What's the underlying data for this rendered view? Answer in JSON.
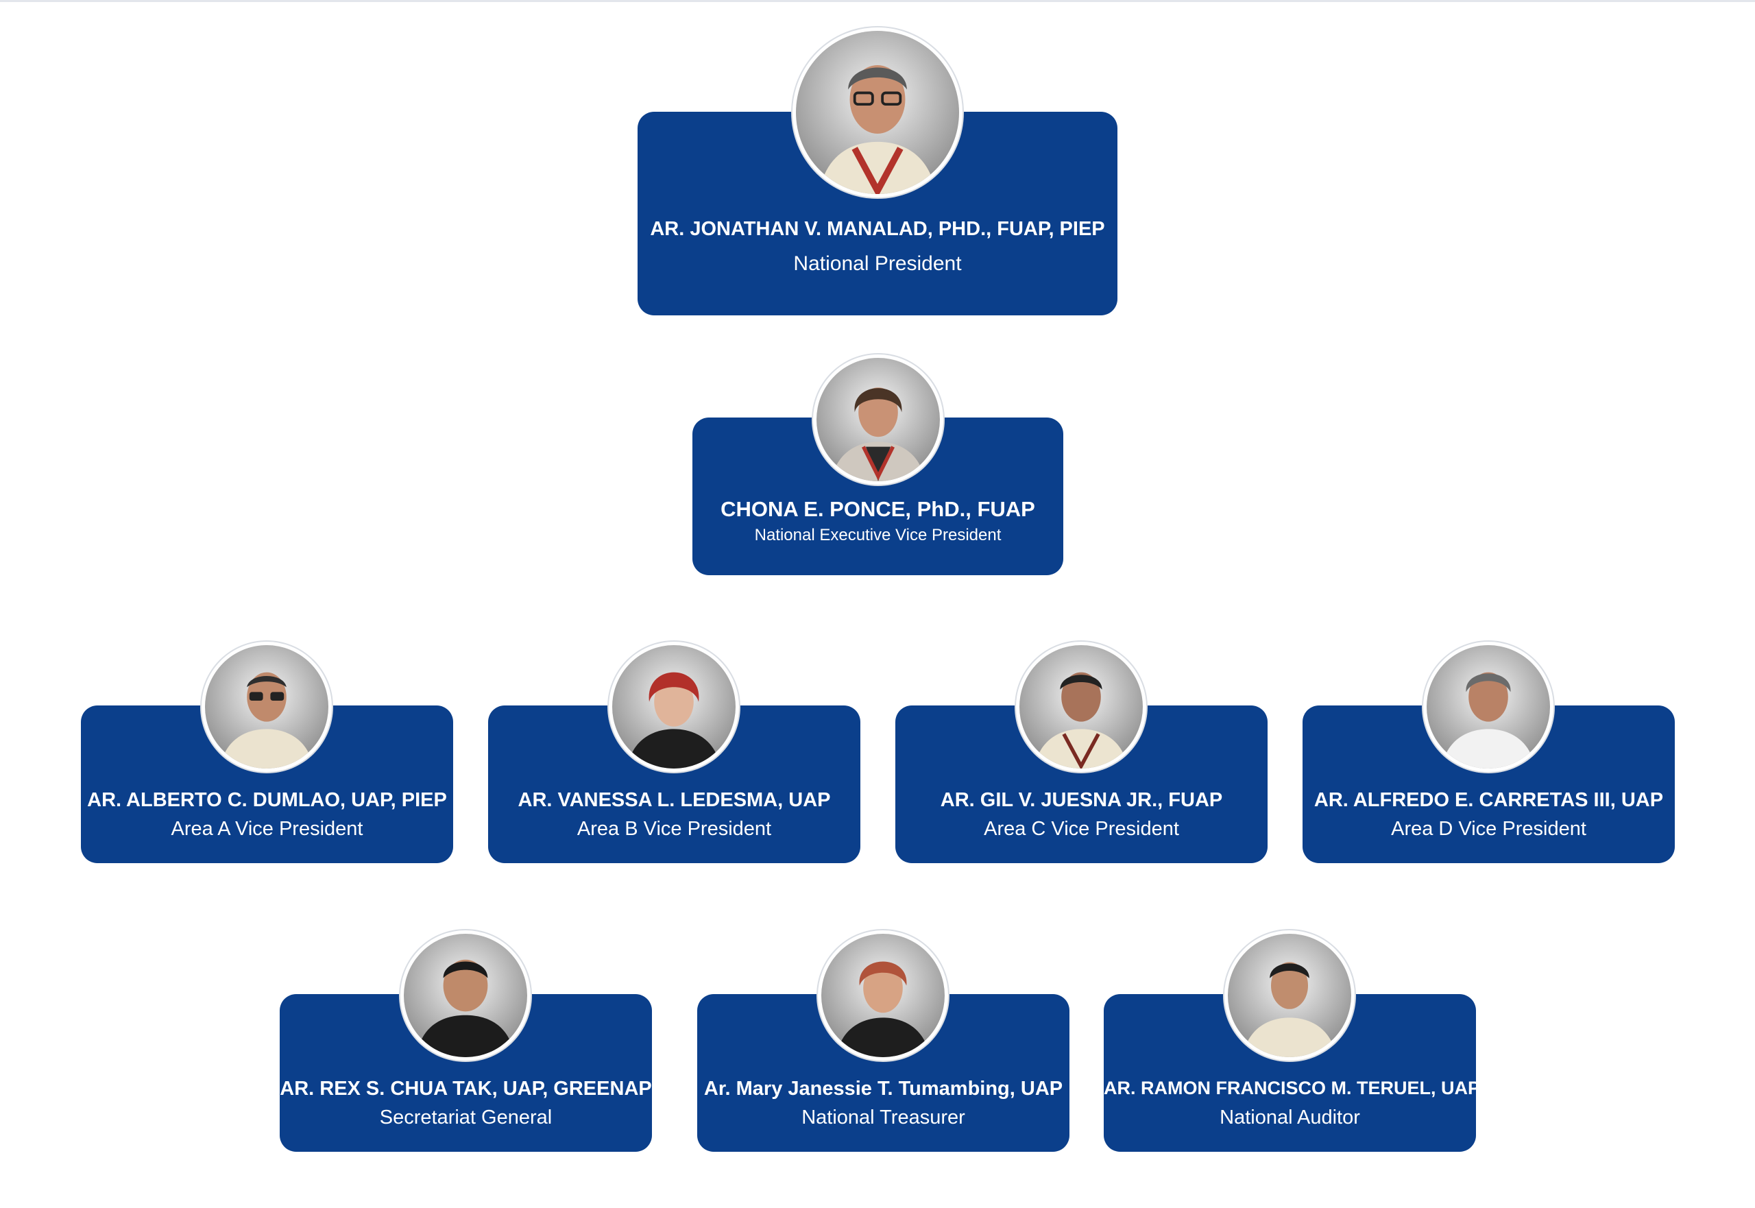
{
  "officers": [
    {
      "name": "AR. JONATHAN V. MANALAD, PHD., FUAP, PIEP",
      "role": "National President"
    },
    {
      "name": "CHONA E. PONCE, PhD., FUAP",
      "role": "National Executive Vice President"
    },
    {
      "name": "AR. ALBERTO C. DUMLAO, UAP, PIEP",
      "role": "Area A Vice President"
    },
    {
      "name": "AR. VANESSA L. LEDESMA, UAP",
      "role": "Area B Vice President"
    },
    {
      "name": "AR. GIL V. JUESNA JR., FUAP",
      "role": "Area C Vice President"
    },
    {
      "name": "AR. ALFREDO E. CARRETAS III, UAP",
      "role": "Area D Vice President"
    },
    {
      "name": "AR. REX S. CHUA TAK, UAP, GREENAP",
      "role": "Secretariat General"
    },
    {
      "name": "Ar. Mary Janessie T. Tumambing, UAP",
      "role": "National Treasurer"
    },
    {
      "name": "AR. RAMON FRANCISCO M. TERUEL, UAP",
      "role": "National Auditor"
    }
  ],
  "colors": {
    "card_background": "#0b3f8b",
    "card_text": "#ffffff",
    "page_background": "#ffffff"
  }
}
